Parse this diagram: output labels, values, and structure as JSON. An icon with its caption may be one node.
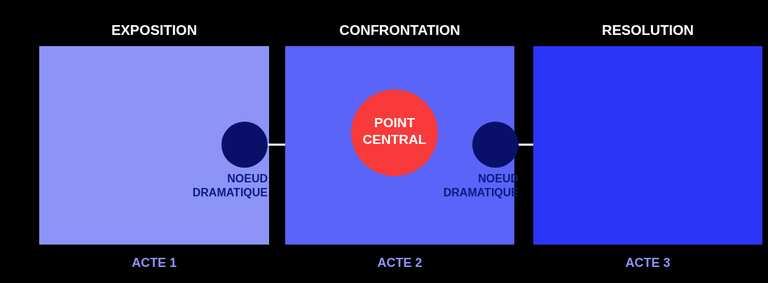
{
  "diagram": {
    "nodes": [
      {
        "text": [
          "EXPOSITION"
        ],
        "beside": [
          "ACTE 1"
        ]
      },
      {
        "text": [
          "CONFRONTATION"
        ],
        "beside": [
          "ACTE 2"
        ]
      },
      {
        "text": [
          "RESOLUTION"
        ],
        "beside": [
          "ACTE 3"
        ]
      },
      {
        "text": [],
        "shape": "circle",
        "in": 0,
        "beside": [
          "NOEUD DRAMATIQUE"
        ]
      },
      {
        "text": [
          "POINT CENTRAL"
        ],
        "in": 1
      },
      {
        "text": [],
        "shape": "circle",
        "in": 1,
        "beside": [
          "NOEUD DRAMATIQUE"
        ]
      }
    ],
    "edges": [
      {
        "from": 3,
        "to": 1,
        "arrow": "none"
      },
      {
        "from": 5,
        "to": 2,
        "arrow": "none"
      }
    ]
  }
}
